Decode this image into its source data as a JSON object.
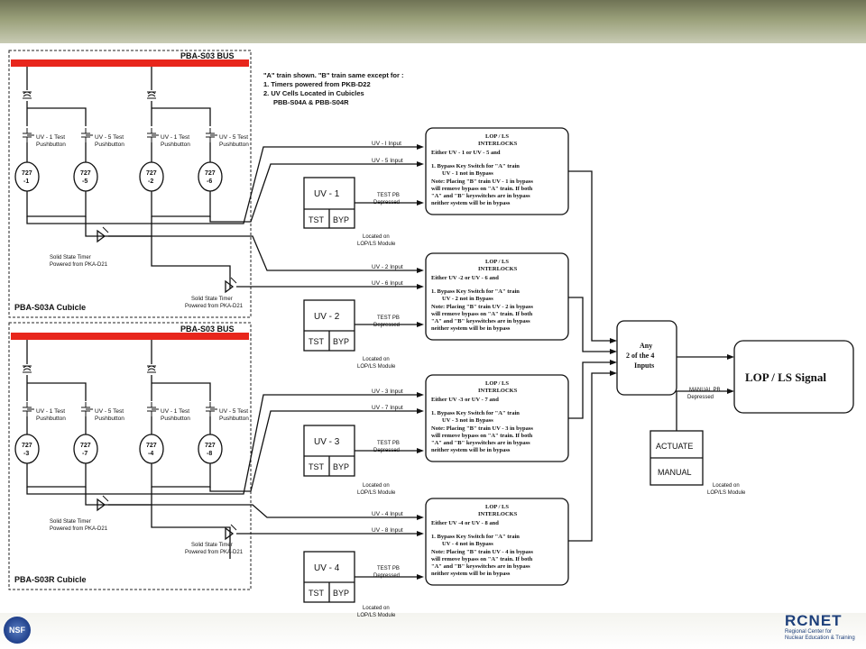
{
  "header": {
    "bus_a": "PBA-S03 BUS",
    "bus_b": "PBA-S03 BUS"
  },
  "cubicles": {
    "a": "PBA-S03A Cubicle",
    "b": "PBA-S03R Cubicle"
  },
  "notes": {
    "line1": "\"A\" train shown. \"B\" train same except for :",
    "line2": "1. Timers powered from PKB-D22",
    "line3": "2. UV Cells Located in Cubicles",
    "line4": "PBB-S04A  &  PBB-S04R"
  },
  "pushbuttons": {
    "uv1": [
      "UV - 1 Test",
      "Pushbutton"
    ],
    "uv5": [
      "UV - 5 Test",
      "Pushbutton"
    ]
  },
  "relays_a": [
    [
      "727",
      "-1"
    ],
    [
      "727",
      "-5"
    ],
    [
      "727",
      "-2"
    ],
    [
      "727",
      "-6"
    ]
  ],
  "relays_b": [
    [
      "727",
      "-3"
    ],
    [
      "727",
      "-7"
    ],
    [
      "727",
      "-4"
    ],
    [
      "727",
      "-8"
    ]
  ],
  "timers": {
    "a1": [
      "Solid State Timer",
      "Powered from PKA-D21"
    ],
    "a2": [
      "Solid State Timer",
      "Powered from PKA-D21"
    ],
    "b1": [
      "Solid State Timer",
      "Powered from PKA-D21"
    ],
    "b2": [
      "Solid State Timer",
      "Powered from PKA-D21"
    ]
  },
  "inputs": [
    [
      "UV - I Input",
      "UV - 5 Input"
    ],
    [
      "UV - 2 Input",
      "UV - 6 Input"
    ],
    [
      "UV - 3 Input",
      "UV - 7 Input"
    ],
    [
      "UV - 4 Input",
      "UV - 8 Input"
    ]
  ],
  "uv_modules": [
    {
      "title": "UV - 1",
      "tst": "TST",
      "byp": "BYP"
    },
    {
      "title": "UV - 2",
      "tst": "TST",
      "byp": "BYP"
    },
    {
      "title": "UV - 3",
      "tst": "TST",
      "byp": "BYP"
    },
    {
      "title": "UV - 4",
      "tst": "TST",
      "byp": "BYP"
    }
  ],
  "test_pb": [
    "TEST PB",
    "Depressed"
  ],
  "located": [
    "Located on",
    "LOP/LS Module"
  ],
  "interlocks": [
    [
      "LOP / LS",
      "INTERLOCKS",
      "Either UV - 1  or UV - 5 and",
      "1. Bypass Key Switch for \"A\" train",
      "UV - 1 not in Bypass",
      "Note: Placing \"B\" train UV - 1 in bypass",
      "will remove bypass on \"A\" train. If both",
      "\"A\" and \"B\" keyswitches are in bypass",
      "neither system will be in bypass"
    ],
    [
      "LOP / LS",
      "INTERLOCKS",
      "Either UV -2  or UV - 6 and",
      "1. Bypass Key Switch for \"A\" train",
      "UV - 2 not in Bypass",
      "Note: Placing \"B\" train UV - 2 in bypass",
      "will remove bypass on \"A\" train. If both",
      "\"A\" and \"B\" keyswitches are in bypass",
      "neither system will be in bypass"
    ],
    [
      "LOP / LS",
      "INTERLOCKS",
      "Either UV -3  or UV - 7 and",
      "1. Bypass Key Switch for \"A\" train",
      "UV - 3 not in Bypass",
      "Note: Placing \"B\" train UV - 3 in bypass",
      "will remove bypass on \"A\" train. If both",
      "\"A\" and \"B\" keyswitches are in bypass",
      "neither system will be in bypass"
    ],
    [
      "LOP / LS",
      "INTERLOCKS",
      "Either UV -4  or UV - 8 and",
      "1. Bypass Key Switch for \"A\" train",
      "UV - 4 not in Bypass",
      "Note: Placing \"B\" train UV - 4 in bypass",
      "will remove bypass on \"A\" train. If both",
      "\"A\" and \"B\" keyswitches are in bypass",
      "neither system will be in bypass"
    ]
  ],
  "any2": [
    "Any",
    "2 of the 4",
    "Inputs"
  ],
  "signal": "LOP / LS Signal",
  "manual_pb": [
    "MANUAL PB",
    "Depressed"
  ],
  "actuate": {
    "top": "ACTUATE",
    "bottom": "MANUAL"
  },
  "logos": {
    "nsf": "NSF",
    "rcnet": "RCNET",
    "rcnet_sub1": "Regional Center for",
    "rcnet_sub2": "Nuclear Education & Training"
  },
  "colors": {
    "bus": "#e8261c",
    "top_band": "#8e9470"
  }
}
